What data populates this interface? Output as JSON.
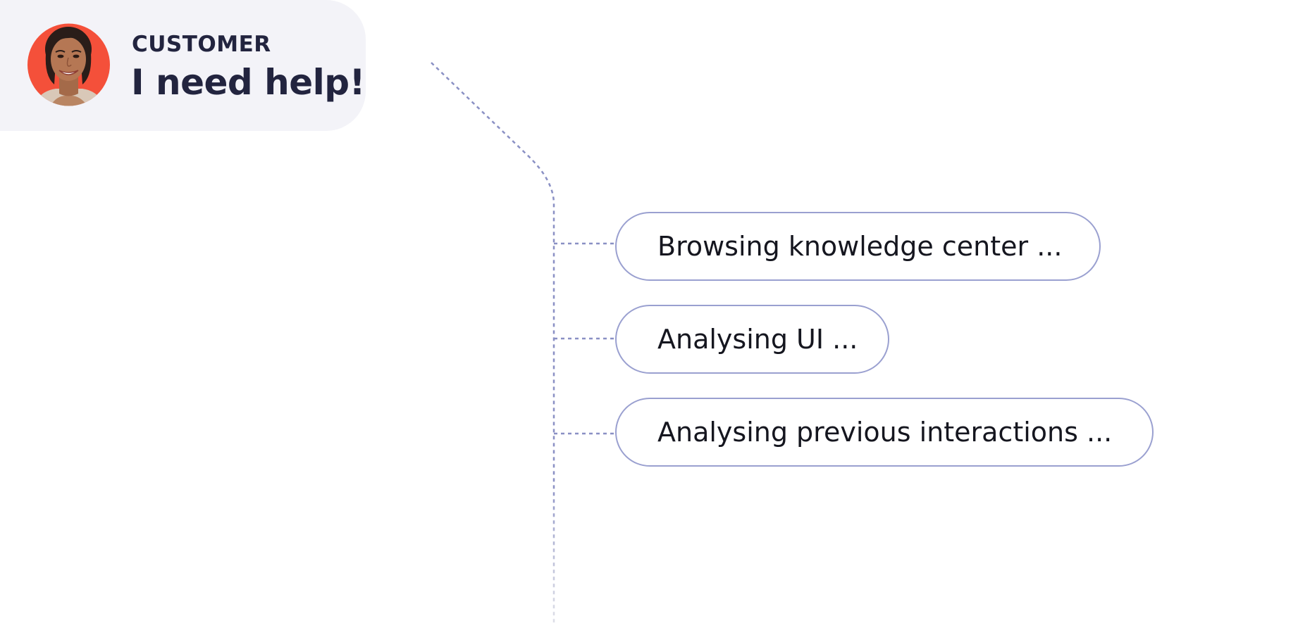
{
  "customer": {
    "role_label": "CUSTOMER",
    "message": "I need help!",
    "avatar_icon": "customer-avatar",
    "avatar_bg": "#f4503a"
  },
  "steps": [
    {
      "label": "Browsing knowledge center ..."
    },
    {
      "label": "Analysing UI ..."
    },
    {
      "label": "Analysing previous interactions ..."
    }
  ],
  "colors": {
    "card_bg": "#f3f3f8",
    "text_dark": "#22243f",
    "connector": "#8a90c4",
    "pill_border": "#9aa0d0"
  }
}
